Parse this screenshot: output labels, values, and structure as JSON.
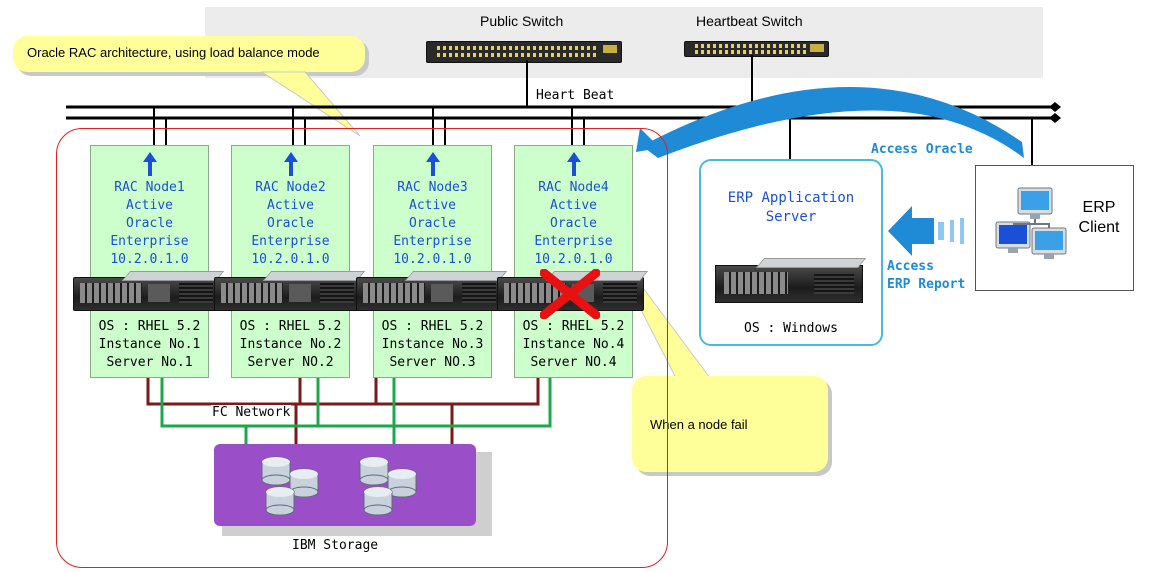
{
  "switches": {
    "public_label": "Public Switch",
    "heartbeat_label": "Heartbeat Switch"
  },
  "callouts": {
    "architecture": "Oracle RAC architecture, using load  balance mode",
    "node_fail": "When a node fail"
  },
  "network": {
    "heartbeat_label": "Heart Beat",
    "fc_label": "FC Network"
  },
  "nodes": [
    {
      "name": "RAC Node1",
      "state": "Active",
      "product": "Oracle",
      "edition": "Enterprise",
      "version": "10.2.0.1.0",
      "os": "OS : RHEL 5.2",
      "instance": "Instance No.1",
      "server": "Server No.1",
      "failed": false
    },
    {
      "name": "RAC Node2",
      "state": "Active",
      "product": "Oracle",
      "edition": "Enterprise",
      "version": "10.2.0.1.0",
      "os": "OS : RHEL 5.2",
      "instance": "Instance No.2",
      "server": "Server NO.2",
      "failed": false
    },
    {
      "name": "RAC Node3",
      "state": "Active",
      "product": "Oracle",
      "edition": "Enterprise",
      "version": "10.2.0.1.0",
      "os": "OS : RHEL 5.2",
      "instance": "Instance No.3",
      "server": "Server NO.3",
      "failed": false
    },
    {
      "name": "RAC Node4",
      "state": "Active",
      "product": "Oracle",
      "edition": "Enterprise",
      "version": "10.2.0.1.0",
      "os": "OS : RHEL 5.2",
      "instance": "Instance No.4",
      "server": "Server NO.4",
      "failed": true
    }
  ],
  "storage": {
    "label": "IBM Storage"
  },
  "erp_server": {
    "title_line1": "ERP Application",
    "title_line2": "Server",
    "os": "OS : Windows"
  },
  "client": {
    "line1": "ERP",
    "line2": "Client"
  },
  "flows": {
    "access_oracle": "Access  Oracle",
    "access_report_line1": "Access",
    "access_report_line2": "ERP Report"
  },
  "colors": {
    "node_fill": "#ccffcc",
    "node_text": "#1a4fd8",
    "cluster_border": "#e02020",
    "fc_red": "#7a1a1a",
    "fc_green": "#1aa84a",
    "storage_fill": "#9a4fc9",
    "callout_fill": "#ffff99",
    "flow_blue": "#1f8ad6",
    "erp_border": "#4ab8e0",
    "fail_mark": "#e81010"
  },
  "icons": {
    "node_arrow": "arrow-up-icon",
    "fail_mark": "red-x-icon",
    "storage": "database-disk-icon",
    "client": "computer-network-icon"
  }
}
